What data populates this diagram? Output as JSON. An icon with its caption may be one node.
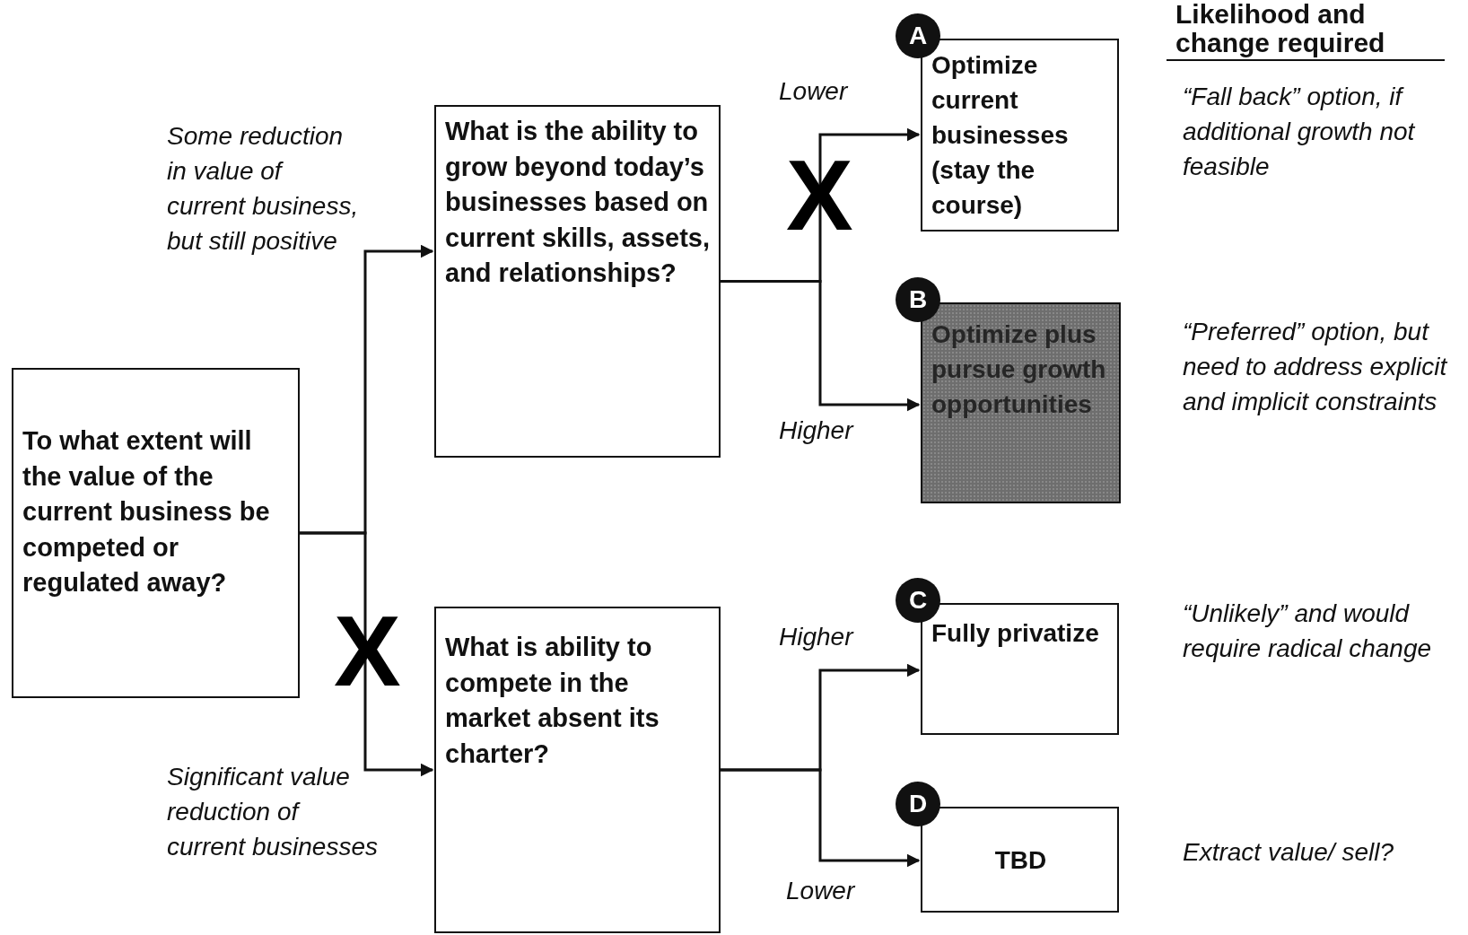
{
  "diagram": {
    "nodes": [
      {
        "text": [
          "To what extent will the value of the current business be competed or regulated away?"
        ]
      },
      {
        "text": [
          "What is the ability to grow beyond today’s businesses based on current skills, assets, and relationships?"
        ]
      },
      {
        "text": [
          "What is ability to compete in the market absent its charter?"
        ]
      },
      {
        "text": [
          "A",
          "Optimize current businesses (stay the course)"
        ],
        "beside": [
          "“Fall back” option, if additional growth not feasible"
        ]
      },
      {
        "text": [
          "B",
          "Optimize plus pursue growth opportunities"
        ],
        "beside": [
          "“Preferred” option, but need to address explicit and implicit constraints"
        ]
      },
      {
        "text": [
          "C",
          "Fully privatize"
        ],
        "beside": [
          "“Unlikely” and would require radical change"
        ]
      },
      {
        "text": [
          "D",
          "TBD"
        ],
        "beside": [
          "Extract value/ sell?"
        ]
      }
    ],
    "edges": [
      {
        "from": 0,
        "to": 1,
        "arrow": "to",
        "label": "Some reduction in value of current business, but still positive"
      },
      {
        "from": 0,
        "to": 2,
        "arrow": "to",
        "label": "Significant value reduction of current businesses"
      },
      {
        "from": 1,
        "to": 3,
        "arrow": "to",
        "label": "Lower"
      },
      {
        "from": 1,
        "to": 4,
        "arrow": "to",
        "label": "Higher"
      },
      {
        "from": 2,
        "to": 5,
        "arrow": "to",
        "label": "Higher"
      },
      {
        "from": 2,
        "to": 6,
        "arrow": "to",
        "label": "Lower"
      }
    ],
    "labels": [
      "Likelihood and change required",
      "X",
      "X"
    ]
  }
}
